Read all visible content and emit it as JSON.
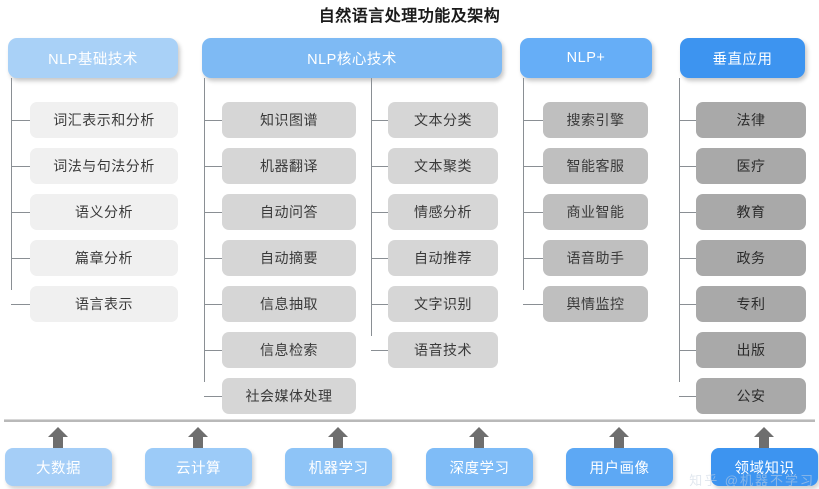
{
  "title": "自然语言处理功能及架构",
  "columns": [
    {
      "id": "nlp-basic",
      "header": "NLP基础技术",
      "header_color": "#a9d1f7",
      "groups": [
        {
          "items": [
            "词汇表示和分析",
            "词法与句法分析",
            "语义分析",
            "篇章分析",
            "语言表示"
          ]
        }
      ]
    },
    {
      "id": "nlp-core",
      "header": "NLP核心技术",
      "header_color": "#7ebaf4",
      "groups": [
        {
          "items": [
            "知识图谱",
            "机器翻译",
            "自动问答",
            "自动摘要",
            "信息抽取",
            "信息检索",
            "社会媒体处理"
          ]
        },
        {
          "items": [
            "文本分类",
            "文本聚类",
            "情感分析",
            "自动推荐",
            "文字识别",
            "语音技术"
          ]
        }
      ]
    },
    {
      "id": "nlp-plus",
      "header": "NLP+",
      "header_color": "#66aef7",
      "groups": [
        {
          "items": [
            "搜索引擎",
            "智能客服",
            "商业智能",
            "语音助手",
            "舆情监控"
          ]
        }
      ]
    },
    {
      "id": "vertical-apps",
      "header": "垂直应用",
      "header_color": "#3d94f0",
      "groups": [
        {
          "items": [
            "法律",
            "医疗",
            "教育",
            "政务",
            "专利",
            "出版",
            "公安"
          ]
        }
      ]
    }
  ],
  "foundation": {
    "items": [
      "大数据",
      "云计算",
      "机器学习",
      "深度学习",
      "用户画像",
      "领域知识"
    ],
    "colors": [
      "#a5cef7",
      "#9ccbf8",
      "#8ec4f7",
      "#7fbcf7",
      "#5da8f4",
      "#3d94f0"
    ]
  },
  "watermark": "知乎 @机器不学习"
}
